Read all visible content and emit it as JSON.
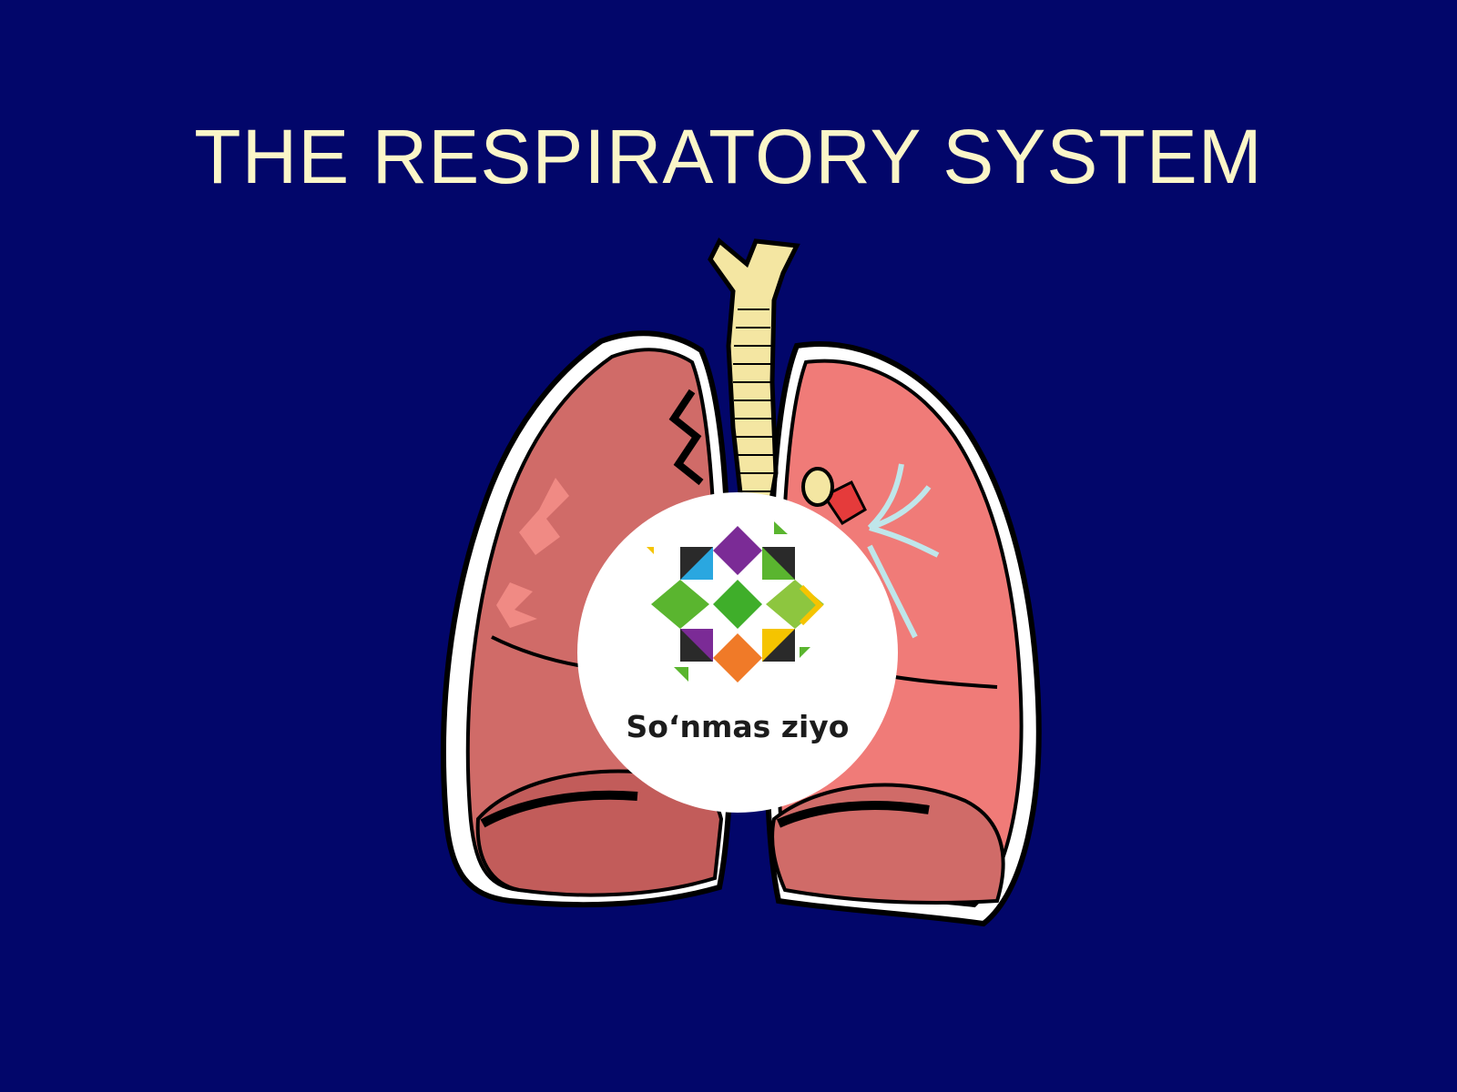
{
  "slide": {
    "title": "THE RESPIRATORY SYSTEM",
    "background_color": "#02066a",
    "title_color": "#fbf6c8"
  },
  "illustration": {
    "subject": "lungs-and-trachea",
    "colors": {
      "lung_left": "#d06b68",
      "lung_right": "#f07b78",
      "trachea": "#f4e6a2",
      "outline": "#000000"
    }
  },
  "logo": {
    "text": "So‘nmas ziyo",
    "colors": {
      "purple": "#7b2b96",
      "blue": "#2aa7e0",
      "green": "#5ab52f",
      "yellow": "#f5c400",
      "orange": "#f07a28",
      "dark": "#2a2a2a"
    }
  }
}
